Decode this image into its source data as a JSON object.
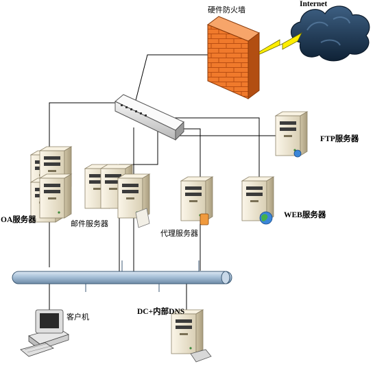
{
  "labels": {
    "firewall": "硬件防火墙",
    "internet": "Internet",
    "ftp": "FTP服务器",
    "oa": "OA服务器",
    "mail": "邮件服务器",
    "proxy": "代理服务器",
    "web": "WEB服务器",
    "client": "客户机",
    "dns": "DC+内部DNS"
  },
  "icons": {
    "firewall": "brick-firewall-icon",
    "internet": "cloud-icon",
    "link": "lightning-bolt-icon",
    "switch": "network-switch-icon",
    "bus": "network-backbone-cable",
    "server": "tower-server-icon",
    "client": "desktop-computer-icon"
  },
  "colors": {
    "firewall_brick": "#f07a2c",
    "cloud": "#1c3550",
    "lightning": "#ffee00",
    "bus": "#9fbad3",
    "server": "#efe6cf"
  }
}
